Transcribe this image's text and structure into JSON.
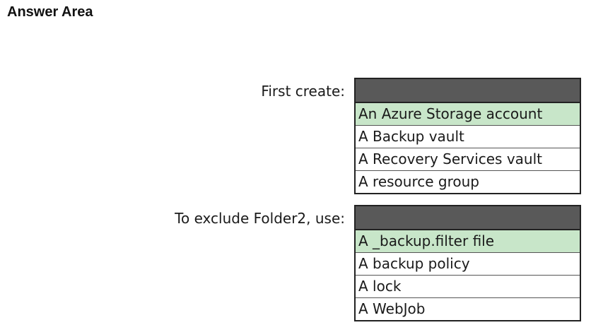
{
  "title": "Answer Area",
  "colors": {
    "header_fill": "#595959",
    "selected_fill": "#c8e6c9",
    "border": "#222222"
  },
  "questions": [
    {
      "label": "First create:",
      "selected_index": 0,
      "options": [
        "An Azure Storage account",
        "A Backup vault",
        "A Recovery Services vault",
        "A resource group"
      ]
    },
    {
      "label": "To exclude Folder2, use:",
      "selected_index": 0,
      "options": [
        "A _backup.filter file",
        "A backup policy",
        "A lock",
        "A WebJob"
      ]
    }
  ]
}
